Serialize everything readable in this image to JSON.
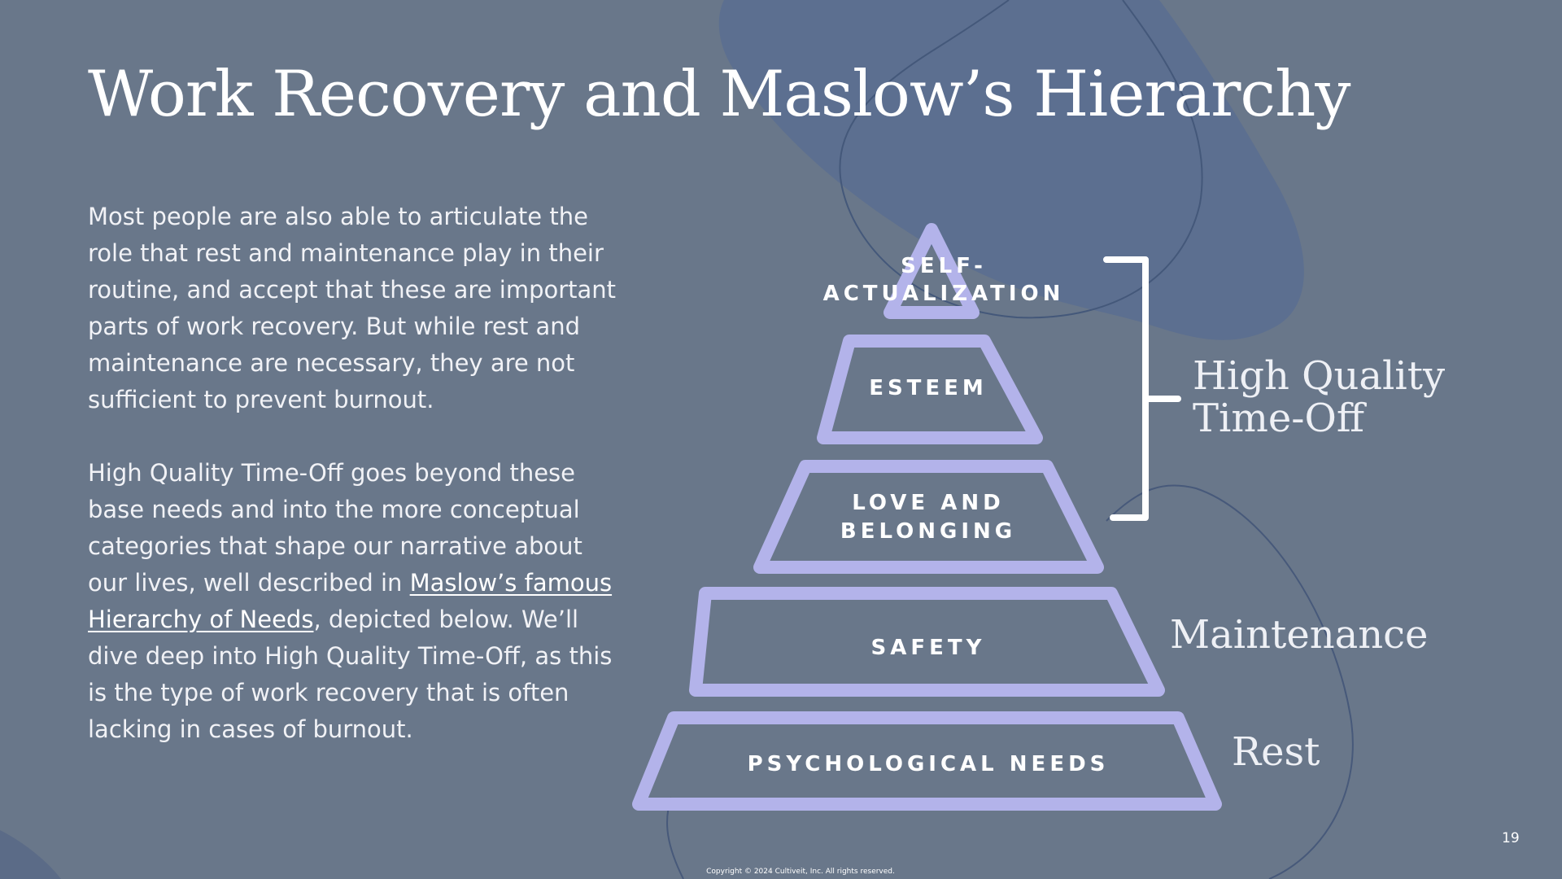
{
  "slide": {
    "title": "Work Recovery and Maslow’s Hierarchy",
    "paragraph1": "Most people are also able to articulate the role that rest and maintenance play in their routine, and accept that these are important parts of work recovery. But while rest and maintenance are necessary, they are not sufficient to prevent burnout.",
    "paragraph2_before_link": "High Quality Time-Off goes beyond these base needs and into the more conceptual categories that shape our narrative about our lives, well described in ",
    "paragraph2_link": "Maslow’s famous Hierarchy of Needs",
    "paragraph2_after_link": ", depicted below. We’ll dive deep into High Quality Time-Off, as this is the type of work recovery that is often lacking in cases of burnout.",
    "page_number": "19",
    "copyright": "Copyright © 2024 Cultiveit, Inc. All rights reserved."
  },
  "pyramid": {
    "tiers": [
      {
        "line1": "SELF-",
        "line2": "ACTUALIZATION"
      },
      {
        "line1": "ESTEEM"
      },
      {
        "line1": "LOVE AND",
        "line2": "BELONGING"
      },
      {
        "line1": "SAFETY"
      },
      {
        "line1": "PSYCHOLOGICAL NEEDS"
      }
    ],
    "groups": {
      "high_quality_line1": "High Quality",
      "high_quality_line2": "Time-Off",
      "maintenance": "Maintenance",
      "rest": "Rest"
    }
  },
  "colors": {
    "background": "#69778a",
    "blob": "#5c6f90",
    "pyramid_stroke": "#b3b3ea",
    "text": "#ffffff"
  }
}
